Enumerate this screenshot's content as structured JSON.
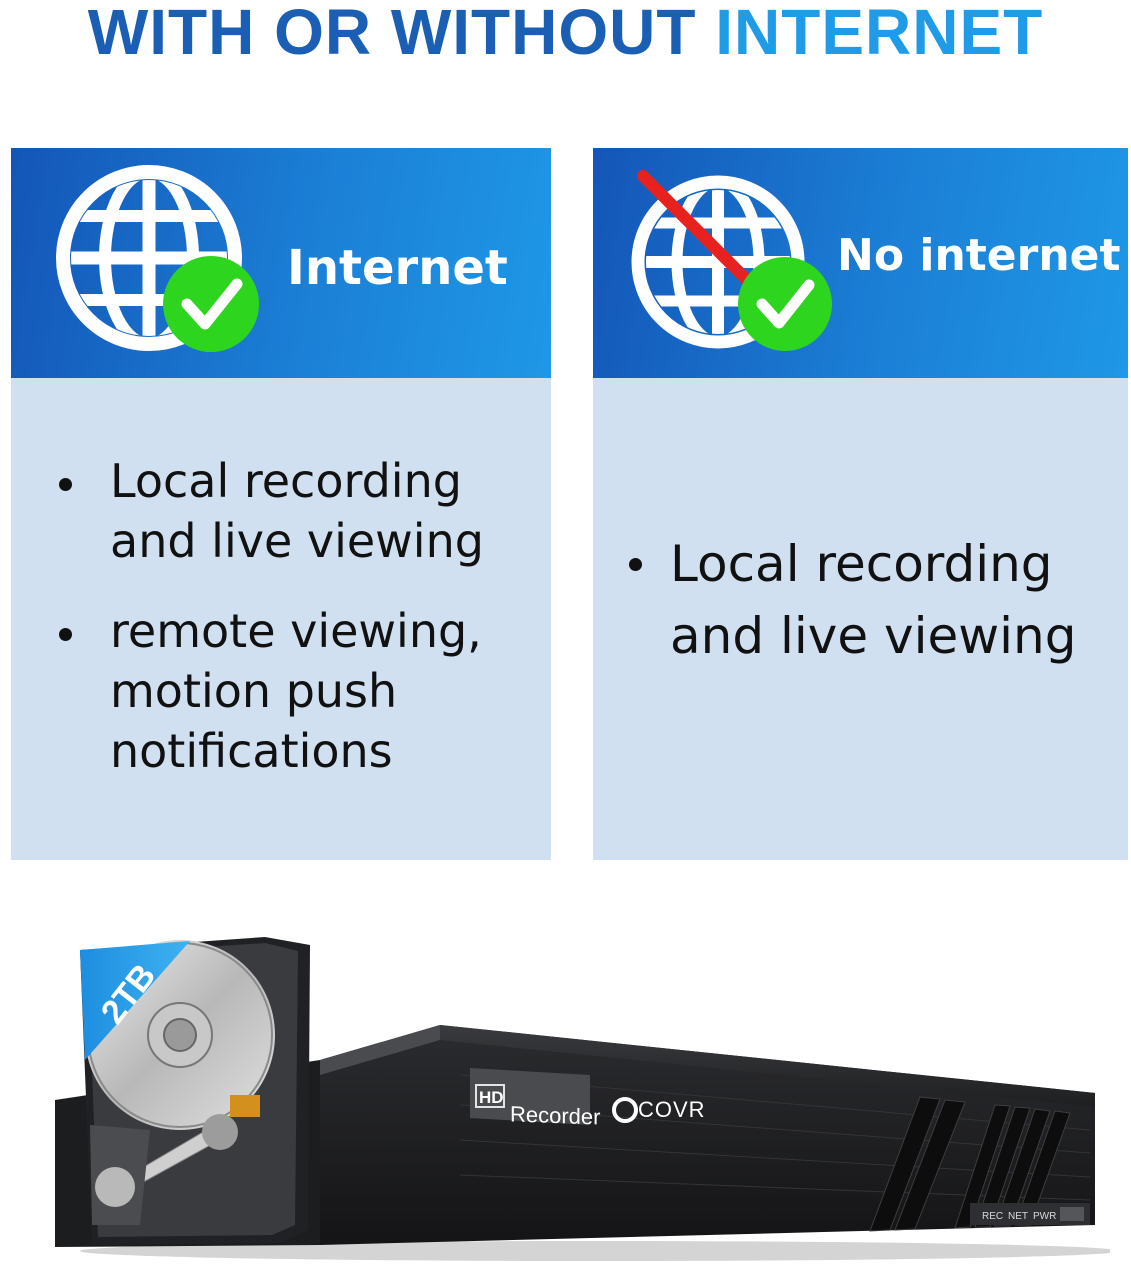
{
  "headline": {
    "part1": "WITH OR WITHOUT ",
    "part2": "INTERNET"
  },
  "cards": [
    {
      "title": "Internet",
      "icon": "globe-check-icon",
      "points": [
        "Local recording and live viewing",
        "remote viewing, motion push notifications"
      ]
    },
    {
      "title": "No internet",
      "icon": "globe-crossed-check-icon",
      "points": [
        "Local recording and live viewing"
      ]
    }
  ],
  "product": {
    "drive_label": "2TB",
    "badge_hd": "HD",
    "badge_text": "Recorder",
    "brand": "COVR",
    "leds": [
      "REC",
      "NET",
      "PWR"
    ]
  },
  "colors": {
    "headline_dark": "#1a5fb4",
    "headline_light": "#1f9be8",
    "card_header": "#1b7fd6",
    "card_body": "#d0e0f1",
    "check_green": "#2ed51f",
    "cross_red": "#e8201e"
  }
}
